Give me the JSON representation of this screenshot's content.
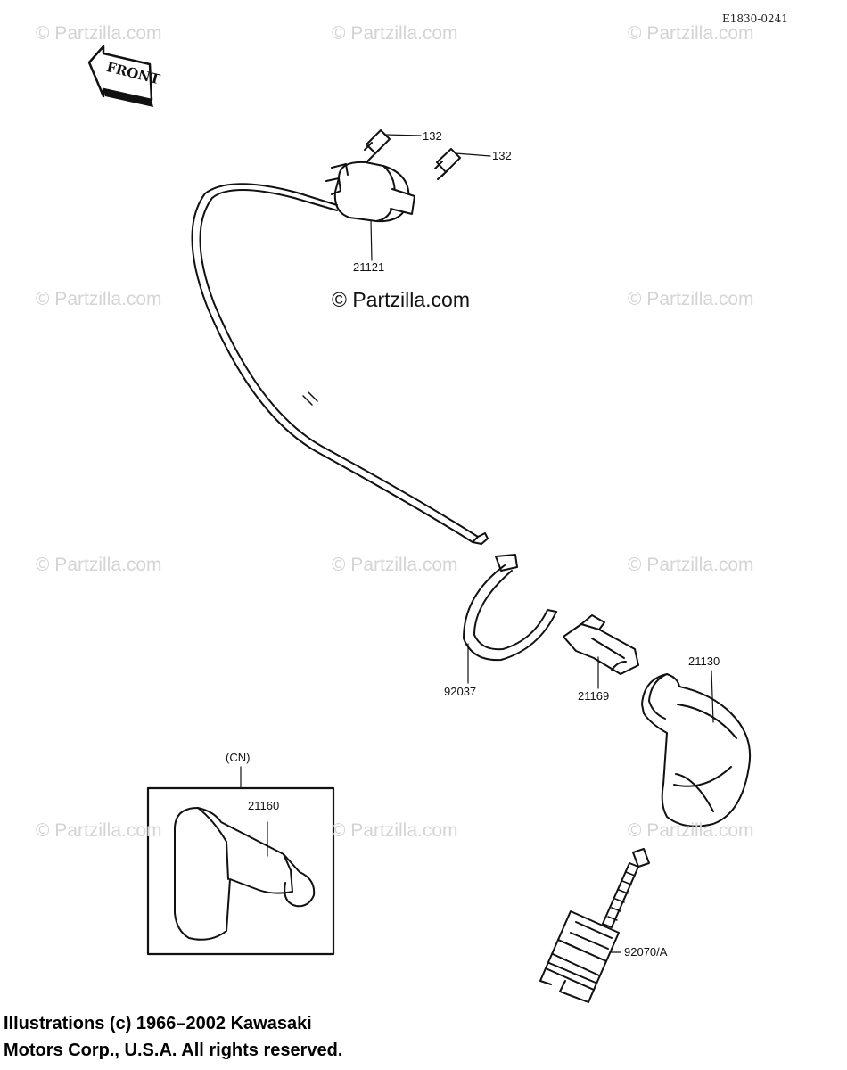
{
  "diagram": {
    "code": "E1830-0241",
    "front_label": "FRONT",
    "watermark": "© Partzilla.com",
    "watermark_main": "© Partzilla.com",
    "variant_label": "(CN)",
    "parts": {
      "bolt_1": "132",
      "bolt_2": "132",
      "ignition_coil": "21121",
      "clamp": "92037",
      "connector": "21169",
      "plug_cap": "21130",
      "plug_cap_cn": "21160",
      "spark_plug": "92070/A"
    },
    "copyright_line1": "Illustrations (c) 1966–2002 Kawasaki",
    "copyright_line2": "Motors Corp., U.S.A.  All rights reserved."
  }
}
